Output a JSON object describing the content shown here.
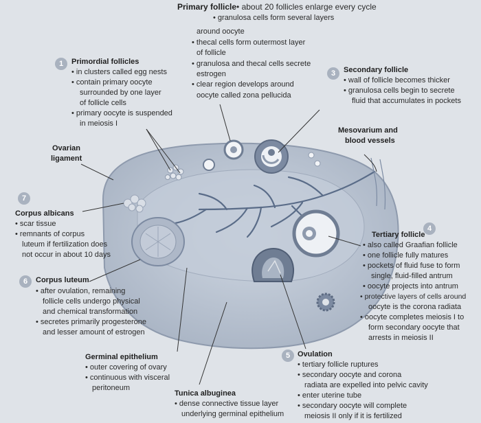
{
  "primary": {
    "title": "Primary follicle",
    "bullet": "•",
    "title_rest": " about 20 follicles enlarge every cycle",
    "l1": "• granulosa cells form several layers",
    "l2": "around oocyte",
    "l3": "• thecal cells form outermost layer",
    "l4": "of follicle",
    "l5": "• granulosa and thecal cells secrete",
    "l6": "estrogen",
    "l7": "• clear region develops around",
    "l8": "oocyte called zona pellucida"
  },
  "primordial": {
    "num": "1",
    "title": "Primordial follicles",
    "l1": "• in clusters called egg nests",
    "l2": "• contain primary oocyte",
    "l3": "surrounded by one layer",
    "l4": "of follicle cells",
    "l5": "• primary oocyte is suspended",
    "l6": "in meiosis I"
  },
  "secondary": {
    "num": "3",
    "title": "Secondary follicle",
    "l1": "• wall of follicle becomes thicker",
    "l2": "• granulosa cells begin to secrete",
    "l3": "fluid that accumulates in pockets"
  },
  "mesovarium": {
    "l1": "Mesovarium and",
    "l2": "blood vessels"
  },
  "ovarian_ligament": {
    "l1": "Ovarian",
    "l2": "ligament"
  },
  "albicans": {
    "num": "7",
    "title": "Corpus albicans",
    "l1": "• scar tissue",
    "l2": "• remnants of corpus",
    "l3": "luteum if fertilization does",
    "l4": "not occur in about 10 days"
  },
  "luteum": {
    "num": "6",
    "title": "Corpus luteum",
    "l1": "• after ovulation, remaining",
    "l2": "follicle cells undergo physical",
    "l3": "and chemical transformation",
    "l4": "• secretes primarily progesterone",
    "l5": "and lesser amount of estrogen"
  },
  "tertiary": {
    "num": "4",
    "title": "Tertiary follicle",
    "l1": "• also called Graafian follicle",
    "l2": "• one follicle fully matures",
    "l3": "• pockets of fluid fuse to form",
    "l4": "single, fluid-filled antrum",
    "l5": "• oocyte projects into antrum",
    "l6": "• protective layers of cells around",
    "l7": "oocyte is the corona radiata",
    "l8": "• oocyte completes meiosis I to",
    "l9": "form secondary oocyte that",
    "l10": "arrests in meiosis II"
  },
  "germinal": {
    "title": "Germinal epithelium",
    "l1": "• outer covering of ovary",
    "l2": "• continuous with visceral",
    "l3": "peritoneum"
  },
  "tunica": {
    "title": "Tunica albuginea",
    "l1": "• dense connective tissue layer",
    "l2": "underlying germinal epithelium"
  },
  "ovulation": {
    "num": "5",
    "title": "Ovulation",
    "l1": "• tertiary follicle ruptures",
    "l2": "• secondary oocyte and corona",
    "l3": "radiata are expelled into pelvic cavity",
    "l4": "• enter uterine tube",
    "l5": "• secondary oocyte will complete",
    "l6": "meiosis II only if it is fertilized"
  },
  "colors": {
    "ovary_fill": "#b9c3d1",
    "ovary_inner": "#c9d2de",
    "vessels": "#5a6c88",
    "marker": "#a9b2bf"
  }
}
